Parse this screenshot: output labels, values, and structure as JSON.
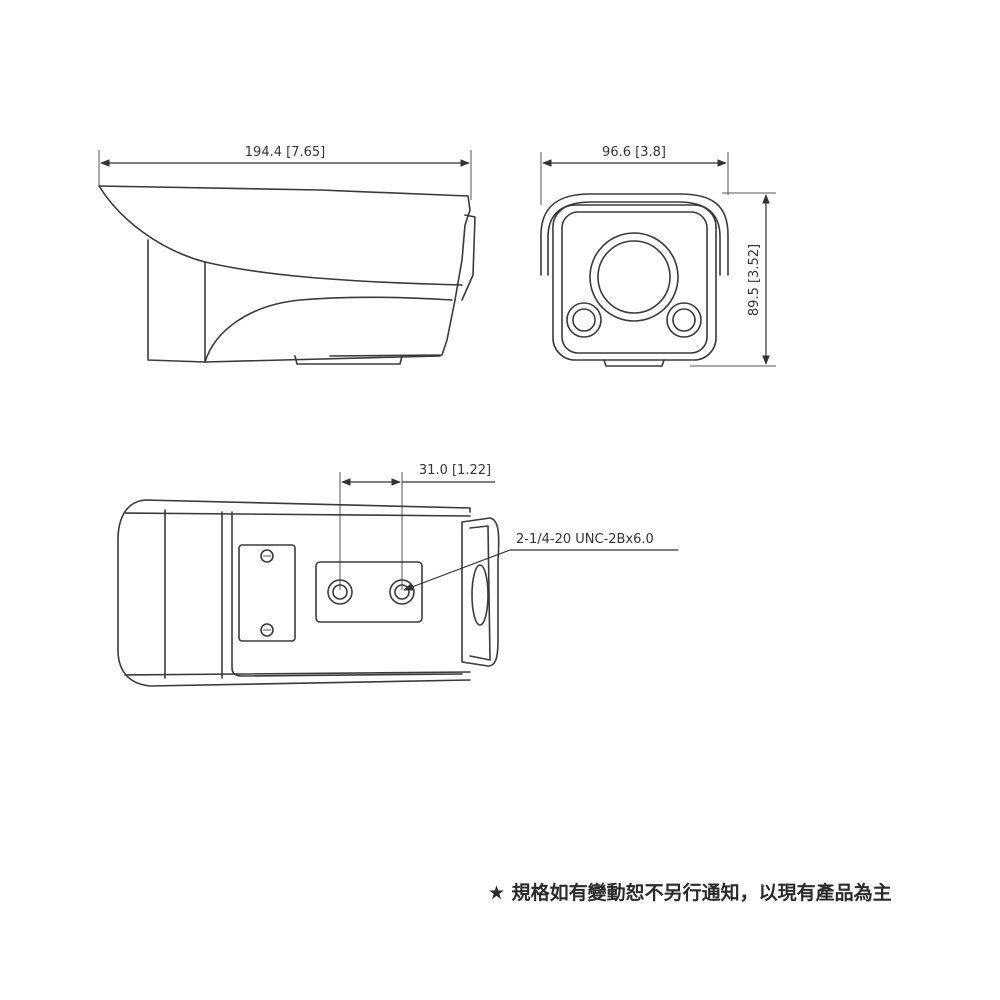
{
  "dimensions": {
    "side_length": "194.4 [7.65]",
    "front_width": "96.6 [3.8]",
    "front_height": "89.5 [3.52]",
    "mount_spacing": "31.0 [1.22]",
    "thread_callout": "2-1/4-20 UNC-2Bx6.0"
  },
  "note": "★ 規格如有變動恕不另行通知，以現有產品為主"
}
